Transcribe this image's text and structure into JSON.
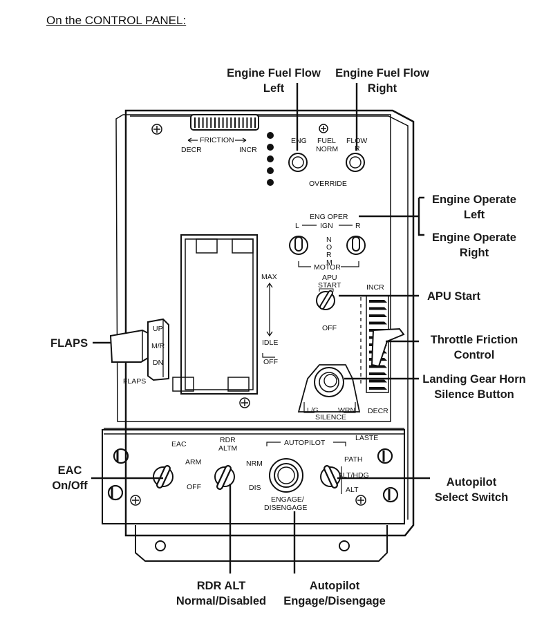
{
  "heading": "On the CONTROL PANEL:",
  "callouts": {
    "fuel_left": [
      "Engine Fuel Flow",
      "Left"
    ],
    "fuel_right": [
      "Engine Fuel Flow",
      "Right"
    ],
    "oper_left": [
      "Engine Operate",
      "Left"
    ],
    "oper_right": [
      "Engine Operate",
      "Right"
    ],
    "apu_start": [
      "APU Start"
    ],
    "throttle_friction": [
      "Throttle Friction",
      "Control"
    ],
    "gear_horn": [
      "Landing Gear Horn",
      "Silence Button"
    ],
    "flaps": [
      "FLAPS"
    ],
    "eac": [
      "EAC",
      "On/Off"
    ],
    "autopilot_select": [
      "Autopilot",
      "Select Switch"
    ],
    "rdr_alt": [
      "RDR ALT",
      "Normal/Disabled"
    ],
    "autopilot_engage": [
      "Autopilot",
      "Engage/Disengage"
    ]
  },
  "panel": {
    "friction": "FRICTION",
    "decr": "DECR",
    "incr": "INCR",
    "eng": "ENG",
    "fuel": "FUEL",
    "norm": "NORM",
    "flow": "FLOW",
    "r": "R",
    "override": "OVERRIDE",
    "eng_oper": "ENG OPER",
    "l": "L",
    "ign": "IGN",
    "norm_v": [
      "N",
      "O",
      "R",
      "M"
    ],
    "motor": "MOTOR",
    "max": "MAX",
    "idle": "IDLE",
    "off": "OFF",
    "apu": "APU",
    "start": "START",
    "incr2": "INCR",
    "apu_off": "OFF",
    "flaps": "FLAPS",
    "up": "UP",
    "mr": "M/R",
    "dn": "DN",
    "lg": "L/G",
    "wrn": "WRN",
    "silence": "SILENCE",
    "decr2": "DECR",
    "eac": "EAC",
    "arm": "ARM",
    "eac_off": "OFF",
    "rdr": "RDR",
    "altm": "ALTM",
    "nrm": "NRM",
    "dis": "DIS",
    "autopilot": "AUTOPILOT",
    "laste": "LASTE",
    "path": "PATH",
    "alt_hdg": "ALT/HDG",
    "alt": "ALT",
    "engage": "ENGAGE/",
    "disengage": "DISENGAGE"
  }
}
